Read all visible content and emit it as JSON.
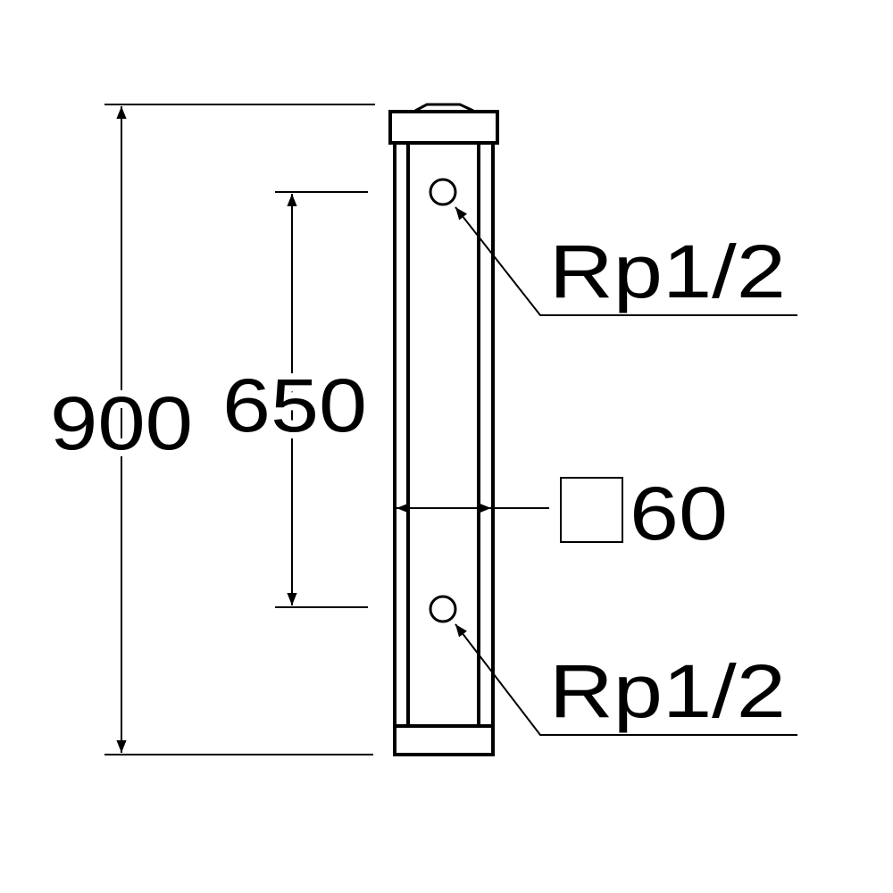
{
  "dimensions": {
    "total_height": "900",
    "port_spacing": "650",
    "section": "60"
  },
  "labels": {
    "top_port": "Rp1/2",
    "bottom_port": "Rp1/2"
  },
  "colors": {
    "line": "#000000",
    "background": "#ffffff"
  }
}
